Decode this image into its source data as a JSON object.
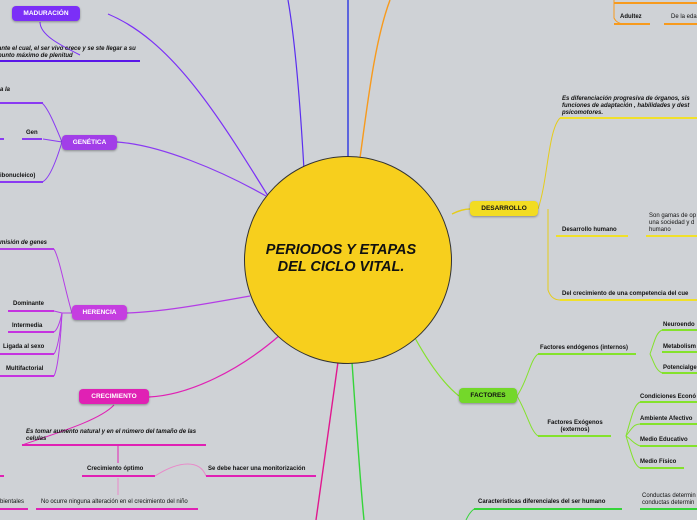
{
  "colors": {
    "background": "#cfd2d6",
    "purple": "#7b2ff7",
    "violet": "#b43de6",
    "magenta": "#e021b4",
    "pink": "#e0188f",
    "yellow": "#f7cf1d",
    "lime": "#84e22c",
    "green": "#36d43a",
    "orange": "#f79a1d",
    "blue": "#2b35e0"
  },
  "central": {
    "title": "PERIODOS Y ETAPAS DEL CICLO VITAL."
  },
  "left": {
    "maduracion": {
      "label": "MADURACIÓN",
      "desc": "ante el cual, el ser vivo crece y se ste llegar a su punto máximo de plenitud"
    },
    "genetica": {
      "label": "GENÉTICA",
      "item1": "a la",
      "item2": "Gen",
      "item3": "ibonucleico)"
    },
    "herencia": {
      "label": "HERENCIA",
      "item1": "misión de genes",
      "items": [
        "Dominante",
        "Intermedia",
        "Ligada al sexo",
        "Multifactorial"
      ]
    },
    "crecimiento": {
      "label": "CRECIMIENTO",
      "desc": "Es tomar aumento natural y en el  número del tamaño de las celulas",
      "optimo": "Crecimiento óptimo",
      "monitorizacion": "Se debe hacer una monitorización",
      "ambientales": "bientales",
      "no_ocurre": "No ocurre ninguna alteración en el crecimiento del niño"
    }
  },
  "right": {
    "top": {
      "adulto": "Adultez",
      "edad": "De la eda"
    },
    "desarrollo": {
      "label": "DESARROLLO",
      "desc": "Es diferenciación progresiva de órganos, sis funciones de adaptación , habilidades y dest psicomotores.",
      "humano": "Desarrollo humano",
      "humano_desc": "Son gamas de op una sociedad y d humano",
      "crecimiento_comp": "Del crecimiento de una competencia del cue"
    },
    "factores": {
      "label": "FACTORES",
      "endogenos": "Factores endógenos (internos)",
      "endo_items": [
        "Neuroendo",
        "Metabolism",
        "Potencialge"
      ],
      "exogenos": "Factores Exógenos (externos)",
      "exo_items": [
        "Condiciones Econó",
        "Ambiente Afectivo",
        "Medio Educativo",
        "Medio Físico"
      ]
    },
    "caracteristicas": {
      "label": "Características diferenciales del ser humano",
      "desc": "Conductas determin conductas determin"
    }
  }
}
